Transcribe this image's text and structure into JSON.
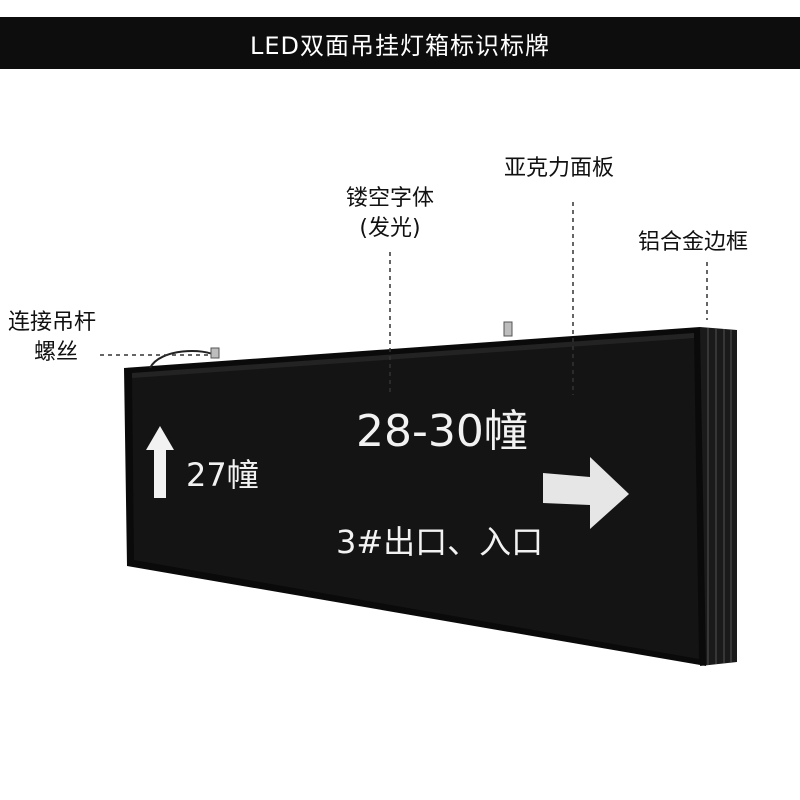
{
  "title": "LED双面吊挂灯箱标识标牌",
  "callouts": {
    "hanging_rod": {
      "line1": "连接吊杆",
      "line2": "螺丝"
    },
    "hollow_text": {
      "line1": "镂空字体",
      "line2": "(发光)"
    },
    "acrylic_panel": "亚克力面板",
    "aluminum_frame": "铝合金边框"
  },
  "sign": {
    "left_label": "27幢",
    "main_label": "28-30幢",
    "sub_label": "3#出口、入口",
    "panel_color": "#141414",
    "frame_color": "#0a0a0a",
    "text_color": "#f2f2f2"
  },
  "icons": [
    "up-arrow-icon",
    "right-arrow-icon"
  ]
}
